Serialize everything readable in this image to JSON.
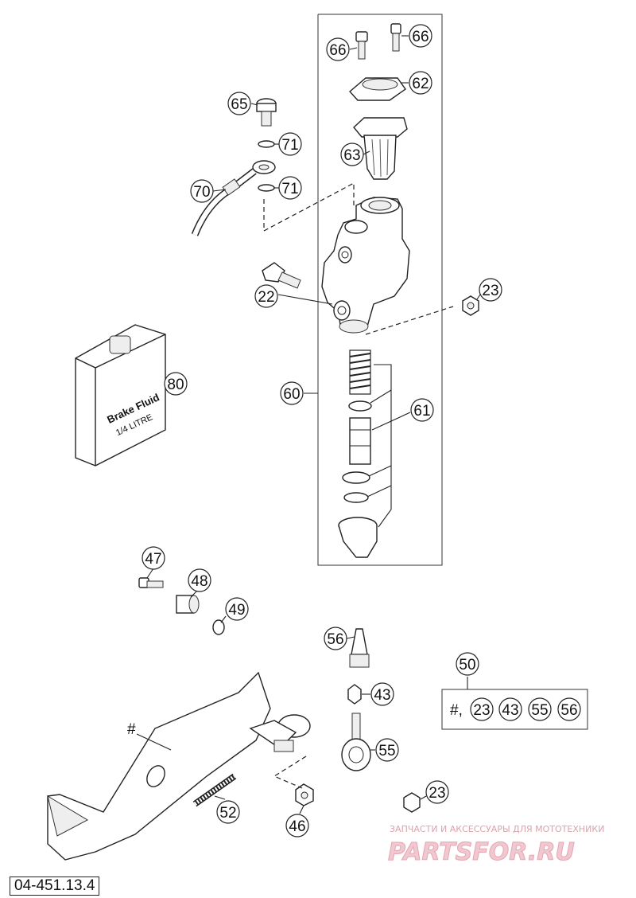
{
  "diagram_code": "04-451.13.4",
  "callouts": {
    "c66a": "66",
    "c66b": "66",
    "c62": "62",
    "c65": "65",
    "c71a": "71",
    "c63": "63",
    "c70": "70",
    "c71b": "71",
    "c22": "22",
    "c23a": "23",
    "c80": "80",
    "c60": "60",
    "c61": "61",
    "c47": "47",
    "c48": "48",
    "c49": "49",
    "c56": "56",
    "c50": "50",
    "c43": "43",
    "c55": "55",
    "c52": "52",
    "c46": "46",
    "c23b": "23"
  },
  "kit_box": {
    "prefix": "#,",
    "items": [
      "23",
      "43",
      "55",
      "56"
    ]
  },
  "pedal_mark": "#",
  "brake_fluid": {
    "label_line1": "Brake Fluid",
    "label_line2": "1/4 LITRE"
  },
  "watermark": {
    "subtitle": "ЗАПЧАСТИ И АКСЕССУАРЫ ДЛЯ МОТОТЕХНИКИ",
    "brand": "PARTSFOR.RU"
  }
}
